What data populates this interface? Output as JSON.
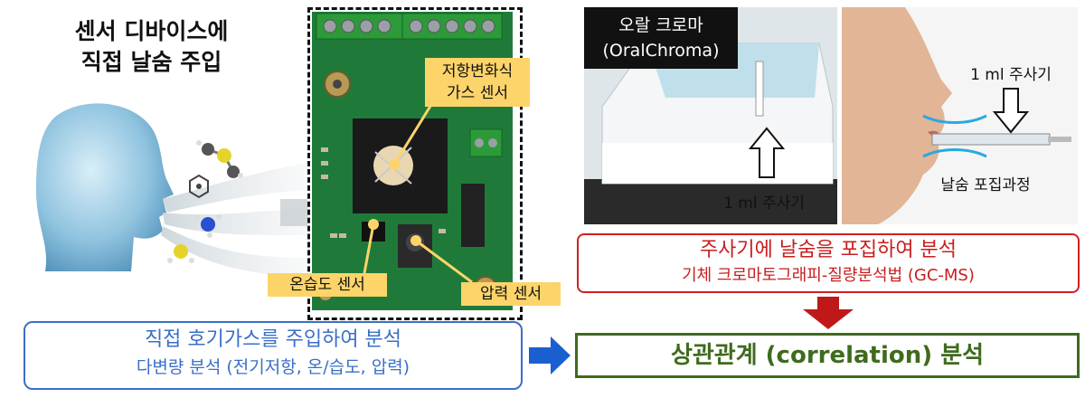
{
  "title_left": {
    "line1": "센서 디바이스에",
    "line2": "직접 날숨 주입"
  },
  "pcb": {
    "label_resistance": {
      "line1": "저항변화식",
      "line2": "가스 센서"
    },
    "label_humidity": "온습도 센서",
    "label_pressure": "압력 센서"
  },
  "photo_left": {
    "caption_line1": "오랄 크로마",
    "caption_line2": "(OralChroma)",
    "syringe_label": "1 ml 주사기"
  },
  "photo_right": {
    "syringe_label": "1 ml 주사기",
    "process_label": "날숨 포집과정"
  },
  "red_box": {
    "line1": "주사기에 날숨을 포집하여 분석",
    "line2": "기체 크로마토그래피-질량분석법 (GC-MS)"
  },
  "blue_box": {
    "line1": "직접 호기가스를 주입하여 분석",
    "line2": "다변량 분석 (전기저항, 온/습도, 압력)"
  },
  "green_box": {
    "text": "상관관계 (correlation) 분석"
  },
  "colors": {
    "red": "#c81e1e",
    "blue": "#3a6fc8",
    "green": "#3f6b1e",
    "label_yellow": "#fcd46a",
    "arrow_blue": "#1a5fd0",
    "arrow_red": "#c01818"
  }
}
